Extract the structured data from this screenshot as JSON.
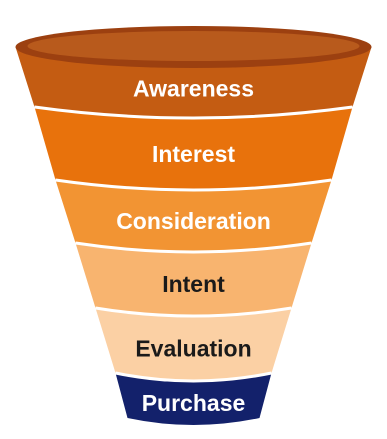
{
  "funnel": {
    "colors": {
      "rim_outer": "#9c4010",
      "rim_inner": "#b85a1c",
      "separator": "#ffffff"
    },
    "stages": [
      {
        "label": "Awareness",
        "fill": "#c45c12",
        "text_color": "#ffffff"
      },
      {
        "label": "Interest",
        "fill": "#e8720c",
        "text_color": "#ffffff"
      },
      {
        "label": "Consideration",
        "fill": "#f29433",
        "text_color": "#ffffff"
      },
      {
        "label": "Intent",
        "fill": "#f8b46f",
        "text_color": "#1a1a1a"
      },
      {
        "label": "Evaluation",
        "fill": "#fbd0a4",
        "text_color": "#1a1a1a"
      },
      {
        "label": "Purchase",
        "fill": "#13216b",
        "text_color": "#ffffff"
      }
    ]
  }
}
